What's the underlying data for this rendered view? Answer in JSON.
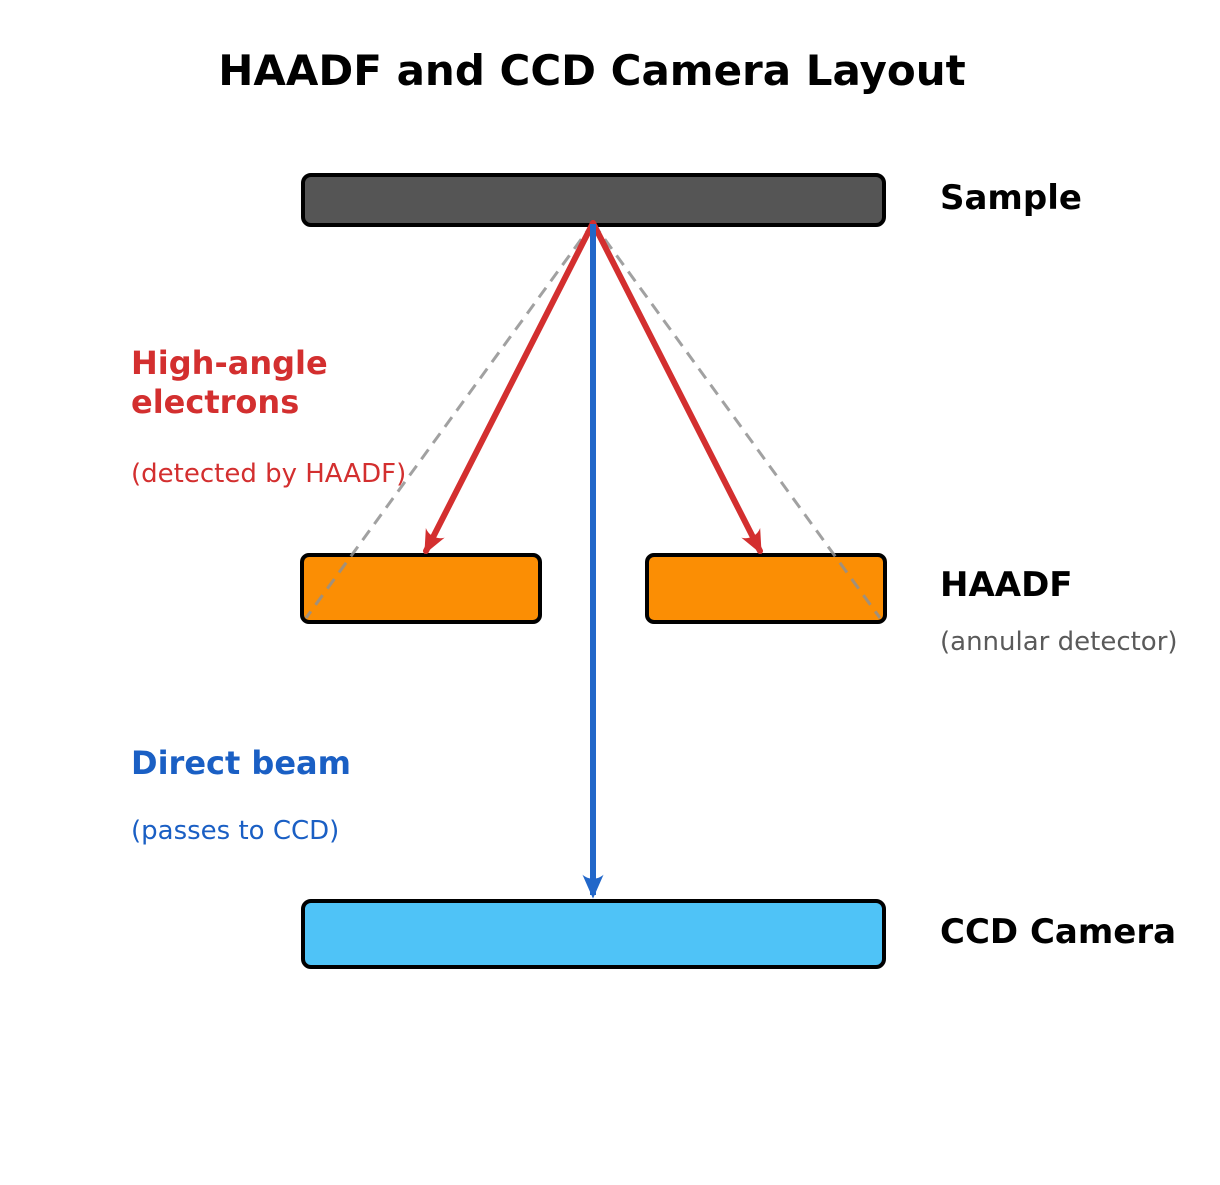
{
  "title": "HAADF and CCD Camera Layout",
  "colors": {
    "outline": "#000000",
    "sample_fill": "#555555",
    "haadf_fill": "#FB8E04",
    "ccd_fill": "#4FC3F7",
    "red": "#D32F2F",
    "blue": "#1A5FC4",
    "blue_line": "#2267C9",
    "gray_dashed": "#909090",
    "label_gray": "#5A5A5A"
  },
  "components": {
    "sample": {
      "label": "Sample"
    },
    "haadf": {
      "label": "HAADF",
      "sublabel": "(annular detector)"
    },
    "ccd": {
      "label": "CCD Camera"
    }
  },
  "beams": {
    "high_angle": {
      "label": "High-angle\nelectrons",
      "sublabel": "(detected by HAADF)"
    },
    "direct": {
      "label": "Direct beam",
      "sublabel": "(passes to CCD)"
    }
  }
}
